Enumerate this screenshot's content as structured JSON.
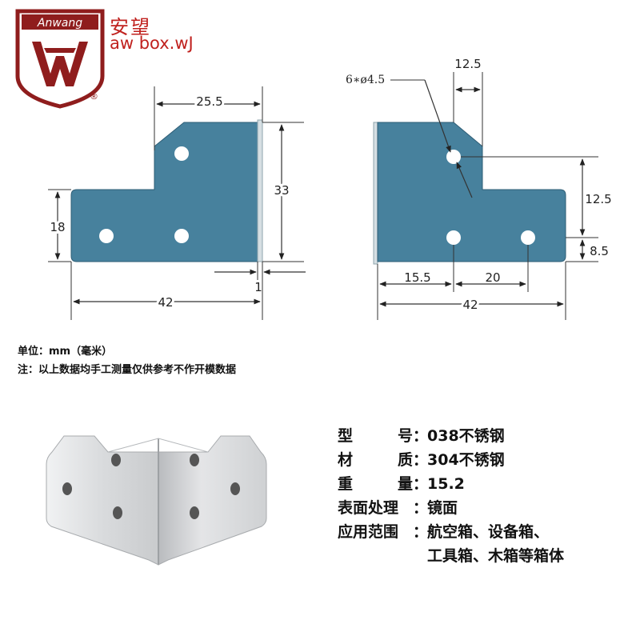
{
  "brand": {
    "name_cn": "安望",
    "logo_text": "Anwang",
    "subtitle": "aw box.wJ",
    "registered": "®",
    "logo_color": "#8f1d1d",
    "text_color": "#c0211e"
  },
  "colors": {
    "plate": "#47819d",
    "plate_edge": "#2e5d75"
  },
  "front_view": {
    "dims": {
      "top_width": "25.5",
      "height": "33",
      "left_height": "18",
      "thickness": "1",
      "overall_width": "42"
    }
  },
  "side_view": {
    "hole_label": "6∗ø4.5",
    "dims": {
      "top": "12.5",
      "right_upper": "12.5",
      "right_lower": "8.5",
      "hole_spacing_1": "15.5",
      "hole_spacing_2": "20",
      "overall_width": "42"
    }
  },
  "notes": {
    "unit": "单位：mm（毫米）",
    "disclaimer": "注：以上数据均手工测量仅供参考不作开模数据"
  },
  "specs": [
    {
      "key": [
        "型",
        "号"
      ],
      "value": "038不锈钢"
    },
    {
      "key": [
        "材",
        "质"
      ],
      "value": "304不锈钢"
    },
    {
      "key": [
        "重",
        "量"
      ],
      "value": "15.2"
    },
    {
      "key": [
        "表面处理"
      ],
      "value": "镜面"
    },
    {
      "key": [
        "应用范围"
      ],
      "value": "航空箱、设备箱、"
    }
  ],
  "specs_continuation": "工具箱、木箱等箱体"
}
